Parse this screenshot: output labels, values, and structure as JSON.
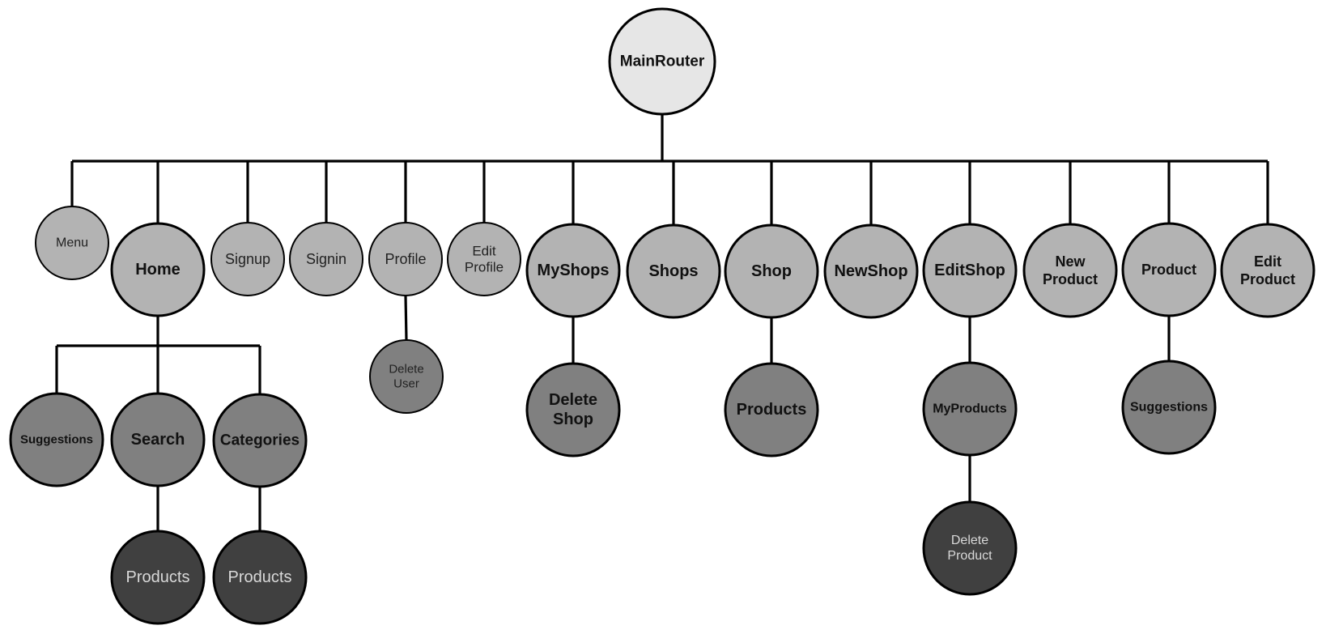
{
  "diagram": {
    "title": "React Router component tree",
    "root": "MainRouter",
    "nodes": [
      {
        "id": "mainrouter",
        "label": [
          "MainRouter"
        ],
        "level": 0,
        "parent": null
      },
      {
        "id": "menu",
        "label": [
          "Menu"
        ],
        "level": 1,
        "parent": "mainrouter",
        "style": "light"
      },
      {
        "id": "home",
        "label": [
          "Home"
        ],
        "level": 1,
        "parent": "mainrouter"
      },
      {
        "id": "signup",
        "label": [
          "Signup"
        ],
        "level": 1,
        "parent": "mainrouter",
        "style": "light"
      },
      {
        "id": "signin",
        "label": [
          "Signin"
        ],
        "level": 1,
        "parent": "mainrouter",
        "style": "light"
      },
      {
        "id": "profile",
        "label": [
          "Profile"
        ],
        "level": 1,
        "parent": "mainrouter",
        "style": "light"
      },
      {
        "id": "editprofile",
        "label": [
          "Edit",
          "Profile"
        ],
        "level": 1,
        "parent": "mainrouter",
        "style": "light"
      },
      {
        "id": "myshops",
        "label": [
          "MyShops"
        ],
        "level": 1,
        "parent": "mainrouter"
      },
      {
        "id": "shops",
        "label": [
          "Shops"
        ],
        "level": 1,
        "parent": "mainrouter"
      },
      {
        "id": "shop",
        "label": [
          "Shop"
        ],
        "level": 1,
        "parent": "mainrouter"
      },
      {
        "id": "newshop",
        "label": [
          "NewShop"
        ],
        "level": 1,
        "parent": "mainrouter"
      },
      {
        "id": "editshop",
        "label": [
          "EditShop"
        ],
        "level": 1,
        "parent": "mainrouter"
      },
      {
        "id": "newproduct",
        "label": [
          "New",
          "Product"
        ],
        "level": 1,
        "parent": "mainrouter"
      },
      {
        "id": "product",
        "label": [
          "Product"
        ],
        "level": 1,
        "parent": "mainrouter"
      },
      {
        "id": "editproduct",
        "label": [
          "Edit",
          "Product"
        ],
        "level": 1,
        "parent": "mainrouter"
      },
      {
        "id": "home-suggestions",
        "label": [
          "Suggestions"
        ],
        "level": 2,
        "parent": "home"
      },
      {
        "id": "search",
        "label": [
          "Search"
        ],
        "level": 2,
        "parent": "home"
      },
      {
        "id": "categories",
        "label": [
          "Categories"
        ],
        "level": 2,
        "parent": "home"
      },
      {
        "id": "deleteuser",
        "label": [
          "Delete",
          "User"
        ],
        "level": 2,
        "parent": "profile",
        "style": "light"
      },
      {
        "id": "deleteshop",
        "label": [
          "Delete",
          "Shop"
        ],
        "level": 2,
        "parent": "myshops"
      },
      {
        "id": "shop-products",
        "label": [
          "Products"
        ],
        "level": 2,
        "parent": "shop"
      },
      {
        "id": "myproducts",
        "label": [
          "MyProducts"
        ],
        "level": 2,
        "parent": "editshop"
      },
      {
        "id": "product-suggestions",
        "label": [
          "Suggestions"
        ],
        "level": 2,
        "parent": "product"
      },
      {
        "id": "search-products",
        "label": [
          "Products"
        ],
        "level": 3,
        "parent": "search"
      },
      {
        "id": "categories-products",
        "label": [
          "Products"
        ],
        "level": 3,
        "parent": "categories"
      },
      {
        "id": "deleteproduct",
        "label": [
          "Delete",
          "Product"
        ],
        "level": 3,
        "parent": "myproducts"
      }
    ],
    "colors": {
      "root_fill": "#e6e6e6",
      "level1_fill": "#b3b3b3",
      "level2_fill": "#808080",
      "level3_fill": "#404040",
      "level3_text": "#d9d9d9",
      "stroke": "#000000"
    }
  }
}
